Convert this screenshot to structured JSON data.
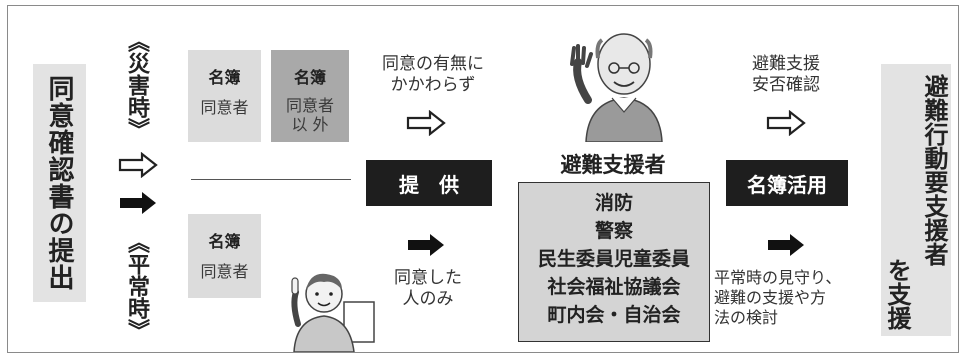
{
  "left_box": {
    "text": "同意確認書の提出"
  },
  "disaster_label": "《災害時》",
  "normal_label": "《平常時》",
  "cards": {
    "disaster_consent": {
      "title": "名簿",
      "subtitle": "同意者"
    },
    "disaster_nonconsent": {
      "title": "名簿",
      "line1": "同意者",
      "line2": "以 外"
    },
    "normal_consent": {
      "title": "名簿",
      "subtitle": "同意者"
    }
  },
  "regardless_note": {
    "line1": "同意の有無に",
    "line2": "かかわらず"
  },
  "consent_only_note": {
    "line1": "同意した",
    "line2": "人のみ"
  },
  "provide_box": "提　供",
  "supporter_title": "避難支援者",
  "supporter_list": [
    "消防",
    "警察",
    "民生委員児童委員",
    "社会福祉協議会",
    "町内会・自治会"
  ],
  "evac_note": {
    "line1": "避難支援",
    "line2": "安否確認"
  },
  "roster_use_box": "名簿活用",
  "normal_note": {
    "line1": "平常時の見守り、",
    "line2": "避難の支援や方",
    "line3": "法の検討"
  },
  "right_box": {
    "col1": "避難行動要支援者",
    "col2": "を支援"
  },
  "colors": {
    "black_box": "#1e1e1e",
    "grey_box": "#e3e3e3",
    "card_dark": "#a9a9a9",
    "card_light": "#dcdcdc"
  },
  "icons": [
    "outline-arrow-right",
    "solid-arrow-right",
    "elderly-man-waving",
    "man-with-document"
  ]
}
